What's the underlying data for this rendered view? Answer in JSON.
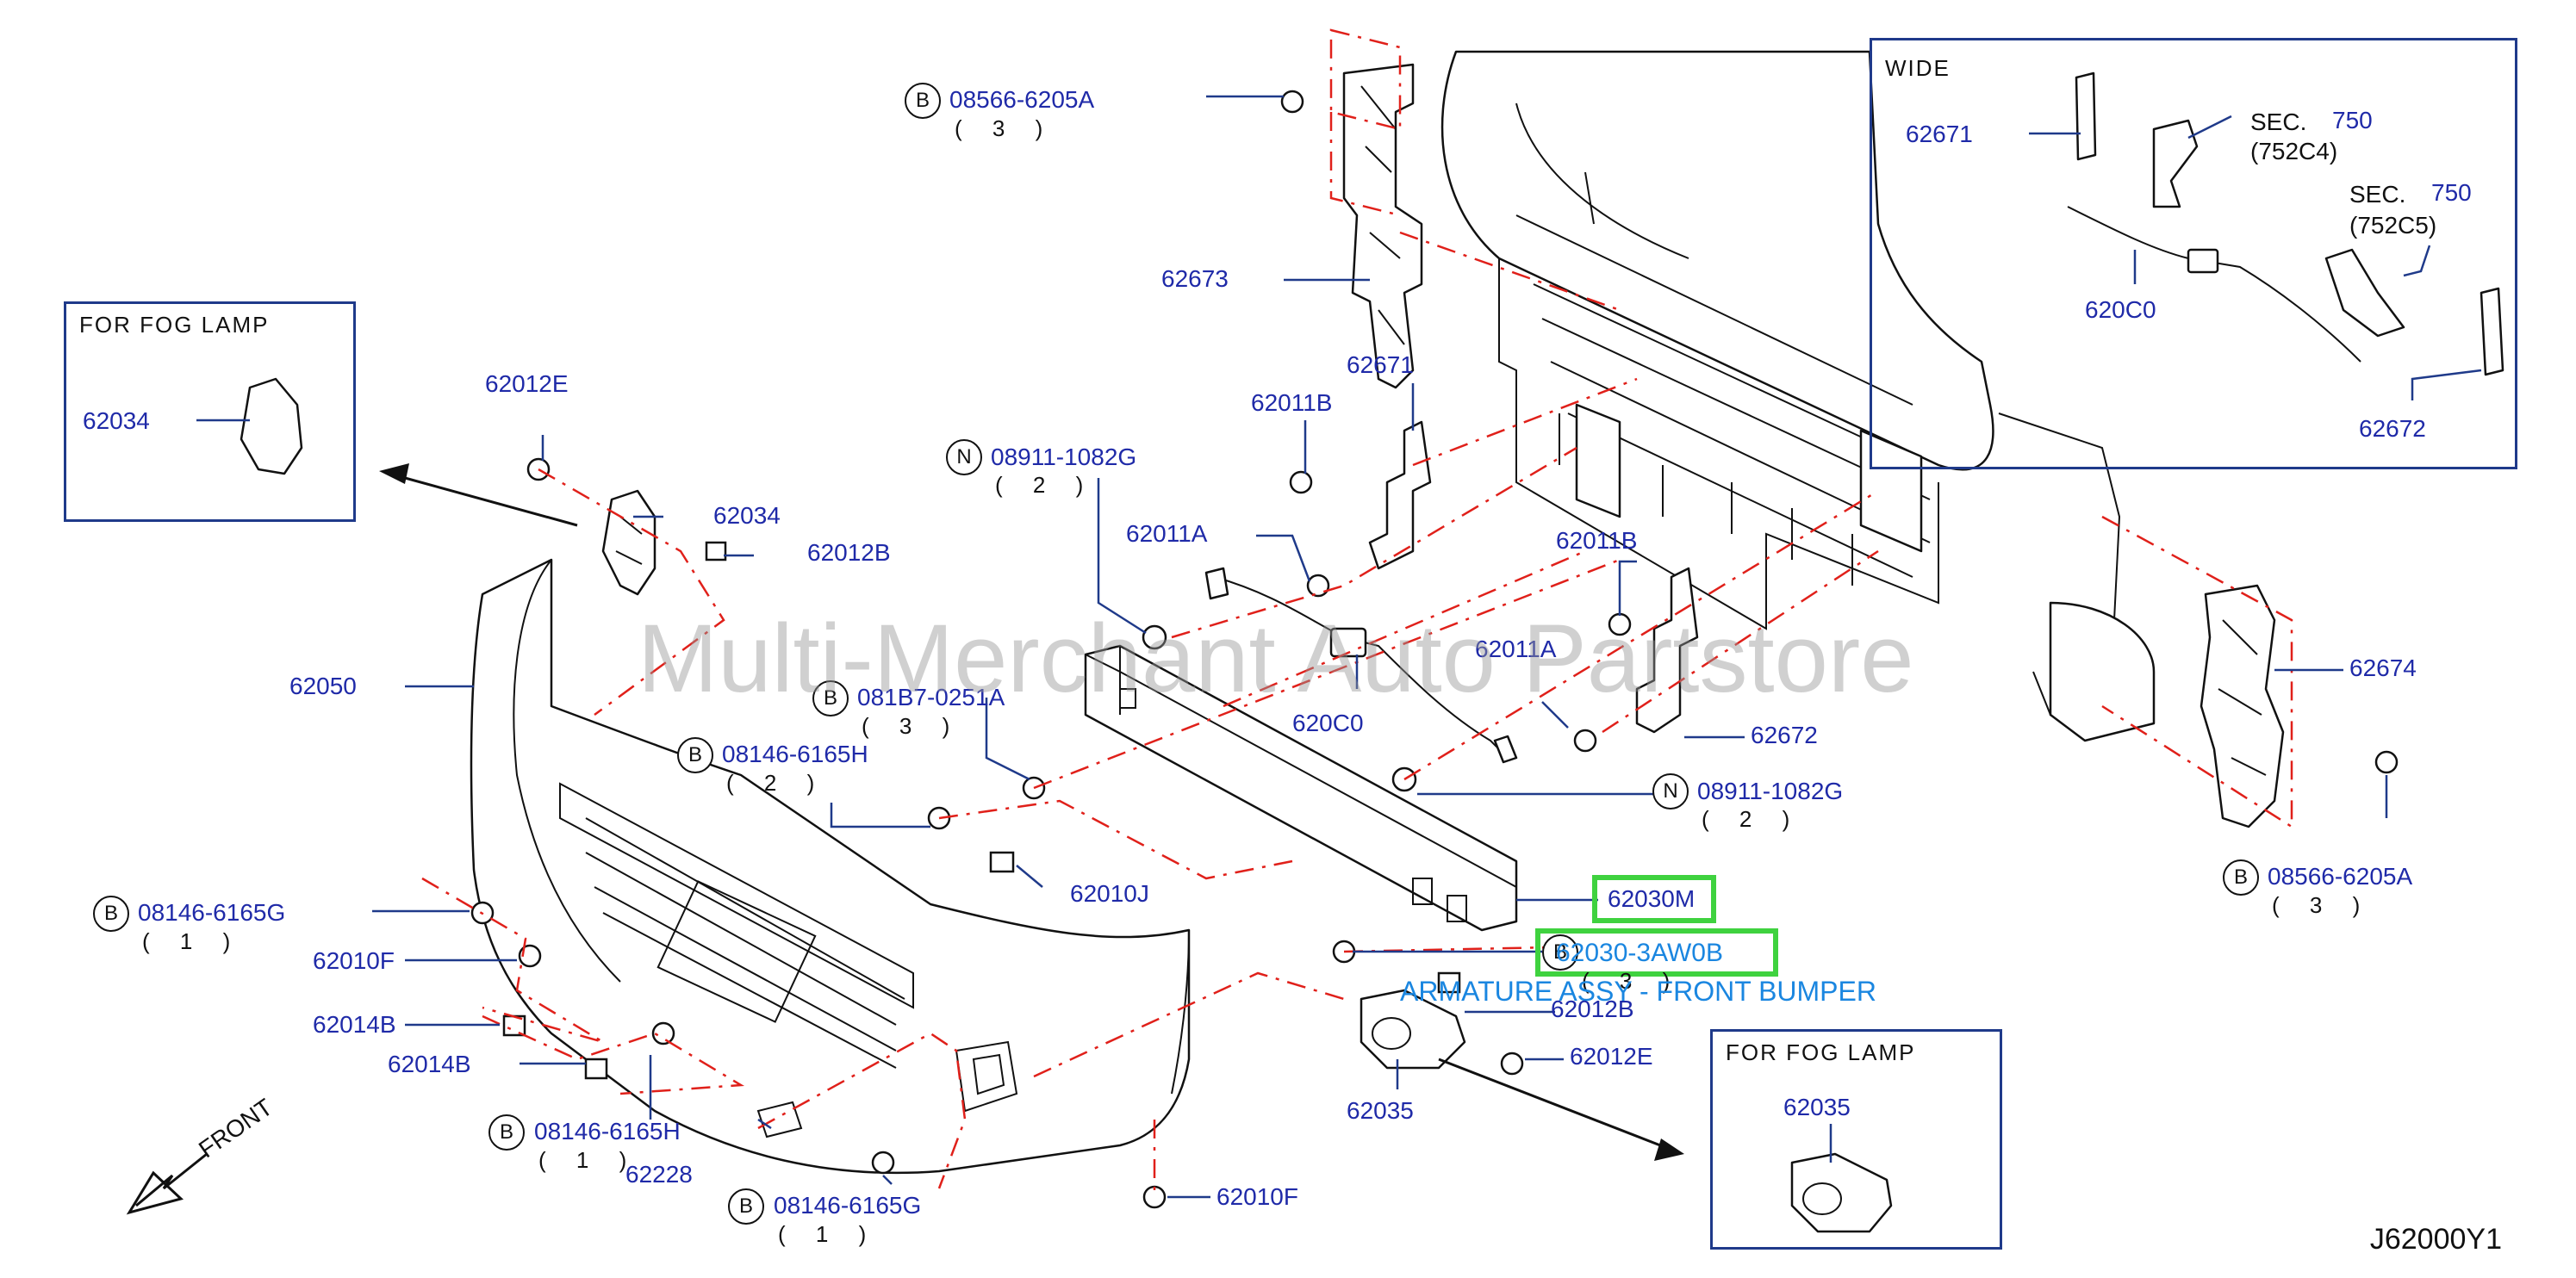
{
  "diagram": {
    "watermark": "Multi-Merchant Auto Partstore",
    "diagram_code": "J62000Y1",
    "front_label": "FRONT",
    "highlight_label": "62030M",
    "tooltip_overlay_code": "62030-3AW0B",
    "tooltip_label": "ARMATURE ASSY - FRONT BUMPER",
    "bolt_prefix_b": "B",
    "bolt_prefix_n": "N",
    "qty_1": "( 1 )",
    "qty_2": "( 2 )",
    "qty_3": "( 3 )",
    "insets": {
      "fog_lamp_title": "FOR  FOG  LAMP",
      "wide_title": "WIDE",
      "sec": "SEC.",
      "sec_num": "750",
      "sec_ref_1": "(752C4)",
      "sec_ref_2": "(752C5)"
    },
    "labels": {
      "p08566_6205A": "08566-6205A",
      "p62673": "62673",
      "p62671": "62671",
      "p62011B": "62011B",
      "p08911_1082G": "08911-1082G",
      "p62011A": "62011A",
      "p62012E": "62012E",
      "p62034": "62034",
      "p62012B": "62012B",
      "p62050": "62050",
      "p081B7_0251A": "081B7-0251A",
      "p08146_6165H": "08146-6165H",
      "p620C0": "620C0",
      "p62672": "62672",
      "p62674": "62674",
      "p08146_6165G": "08146-6165G",
      "p62010F": "62010F",
      "p62010J": "62010J",
      "p62014B": "62014B",
      "p62035": "62035",
      "p62228": "62228"
    }
  }
}
